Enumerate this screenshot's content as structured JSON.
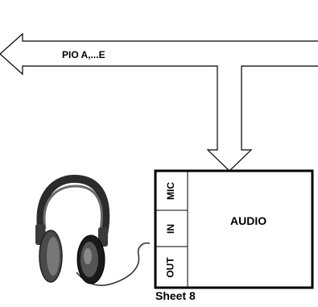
{
  "bus": {
    "label": "PIO A,...E"
  },
  "block": {
    "title": "AUDIO",
    "ports": [
      "MIC",
      "IN",
      "OUT"
    ],
    "sheet": "Sheet 8"
  },
  "icons": {
    "headphones": "headphones-icon"
  },
  "colors": {
    "line": "#000000",
    "background": "#ffffff"
  }
}
